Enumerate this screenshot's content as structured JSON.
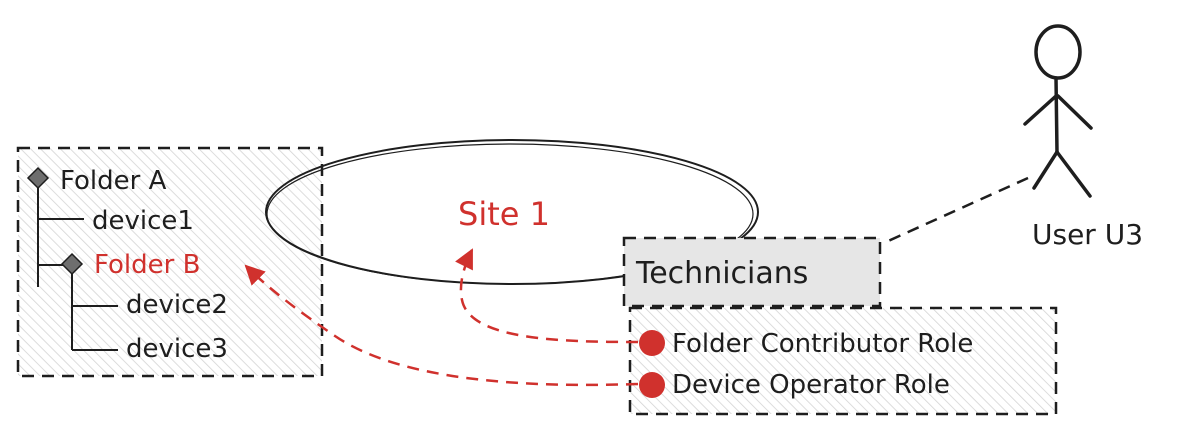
{
  "tree": {
    "folder_a": "Folder A",
    "device1": "device1",
    "folder_b": "Folder B",
    "device2": "device2",
    "device3": "device3"
  },
  "site": {
    "label": "Site 1"
  },
  "group": {
    "label": "Technicians"
  },
  "roles": {
    "folder_contributor": "Folder Contributor Role",
    "device_operator": "Device Operator Role"
  },
  "user": {
    "label": "User U3"
  },
  "colors": {
    "ink": "#1e1e1e",
    "accent_red": "#d0312d",
    "group_fill": "#e6e6e6",
    "hatch": "#d4d4d4"
  }
}
